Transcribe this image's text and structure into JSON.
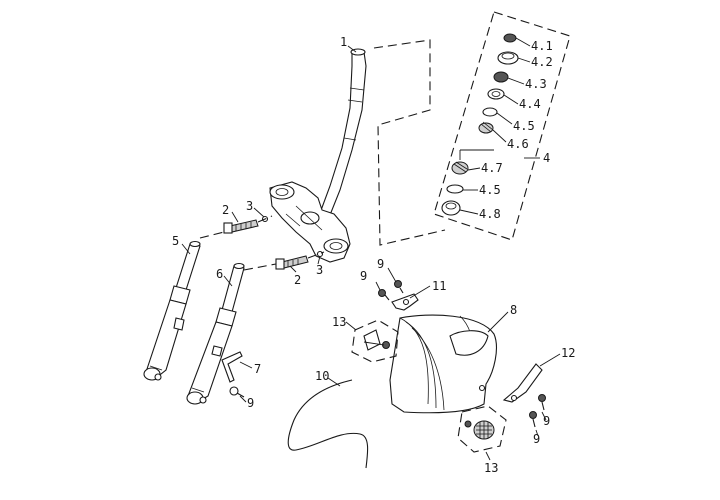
{
  "diagram": {
    "labels": {
      "l1": "1",
      "l2a": "2",
      "l2b": "2",
      "l3a": "3",
      "l3b": "3",
      "l4": "4",
      "l41": "4.1",
      "l42": "4.2",
      "l43": "4.3",
      "l44": "4.4",
      "l45a": "4.5",
      "l46": "4.6",
      "l47": "4.7",
      "l45b": "4.5",
      "l48": "4.8",
      "l5": "5",
      "l6": "6",
      "l7": "7",
      "l8": "8",
      "l9a": "9",
      "l9b": "9",
      "l9c": "9",
      "l9d": "9",
      "l9e": "9",
      "l10": "10",
      "l11": "11",
      "l12": "12",
      "l13a": "13",
      "l13b": "13"
    }
  }
}
